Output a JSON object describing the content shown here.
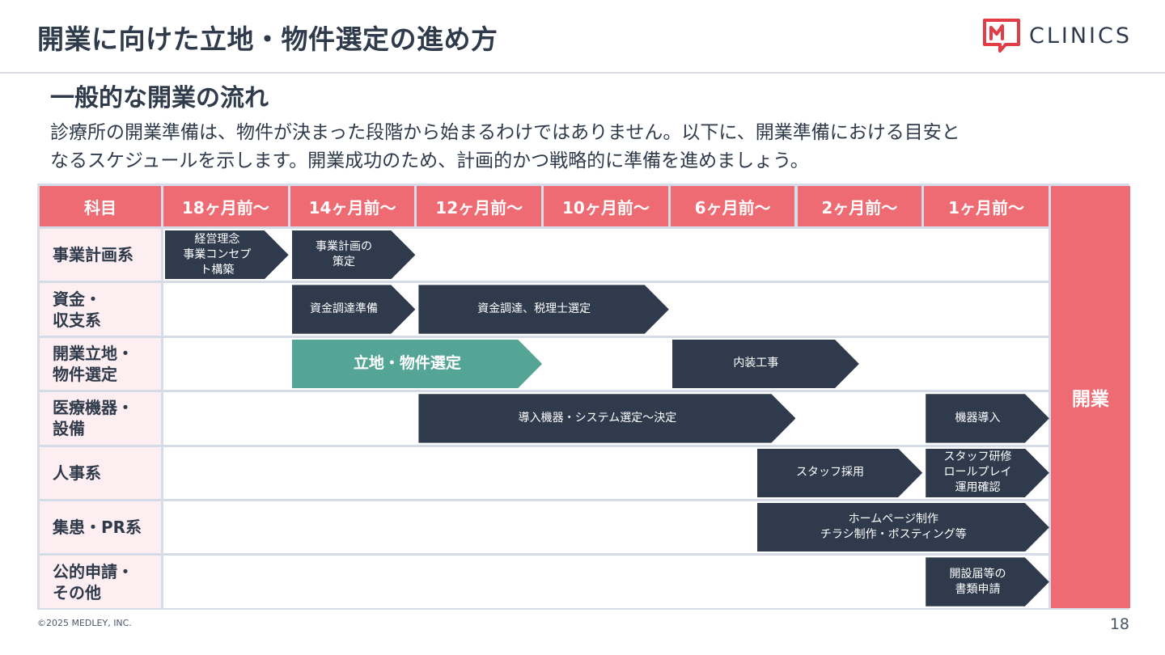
{
  "header": {
    "title": "開業に向けた立地・物件選定の進め方",
    "logo_text": "CLINICS",
    "brand_color": "#e03d46"
  },
  "section": {
    "heading": "一般的な開業の流れ",
    "description_lines": [
      "診療所の開業準備は、物件が決まった段階から始まるわけではありません。以下に、開業準備における目安と",
      "なるスケジュールを示します。開業成功のため、計画的かつ戦略的に準備を進めましょう。"
    ]
  },
  "schedule": {
    "corner_label": "科目",
    "columns": [
      "18ヶ月前〜",
      "14ヶ月前〜",
      "12ヶ月前〜",
      "10ヶ月前〜",
      "6ヶ月前〜",
      "2ヶ月前〜",
      "1ヶ月前〜"
    ],
    "opening_label": "開業",
    "rows": [
      "事業計画系",
      "資金・\n収支系",
      "開業立地・\n物件選定",
      "医療機器・\n設備",
      "人事系",
      "集患・PR系",
      "公的申請・\nその他"
    ],
    "tasks": [
      {
        "row": 0,
        "start": 0,
        "span": 1,
        "label": "経営理念\n事業コンセプ\nト構築",
        "style": "dark"
      },
      {
        "row": 0,
        "start": 1,
        "span": 1,
        "label": "事業計画の\n策定",
        "style": "dark"
      },
      {
        "row": 1,
        "start": 1,
        "span": 1,
        "label": "資金調達準備",
        "style": "dark"
      },
      {
        "row": 1,
        "start": 2,
        "span": 2,
        "label": "資金調達、税理士選定",
        "style": "dark"
      },
      {
        "row": 2,
        "start": 1,
        "span": 2,
        "label": "立地・物件選定",
        "style": "teal"
      },
      {
        "row": 2,
        "start": 4,
        "span": 1.5,
        "label": "内装工事",
        "style": "dark"
      },
      {
        "row": 3,
        "start": 2,
        "span": 3,
        "label": "導入機器・システム選定〜決定",
        "style": "dark"
      },
      {
        "row": 3,
        "start": 6,
        "span": 1,
        "label": "機器導入",
        "style": "dark"
      },
      {
        "row": 4,
        "start": 4.67,
        "span": 1.33,
        "label": "スタッフ採用",
        "style": "dark"
      },
      {
        "row": 4,
        "start": 6,
        "span": 1,
        "label": "スタッフ研修\nロールプレイ\n運用確認",
        "style": "dark"
      },
      {
        "row": 5,
        "start": 4.67,
        "span": 2.33,
        "label": "ホームページ制作\nチラシ制作・ポスティング等",
        "style": "dark"
      },
      {
        "row": 6,
        "start": 6,
        "span": 1,
        "label": "開設届等の\n書類申請",
        "style": "dark"
      }
    ]
  },
  "footer": {
    "copyright": "©2025 MEDLEY, INC.",
    "page_number": "18"
  }
}
